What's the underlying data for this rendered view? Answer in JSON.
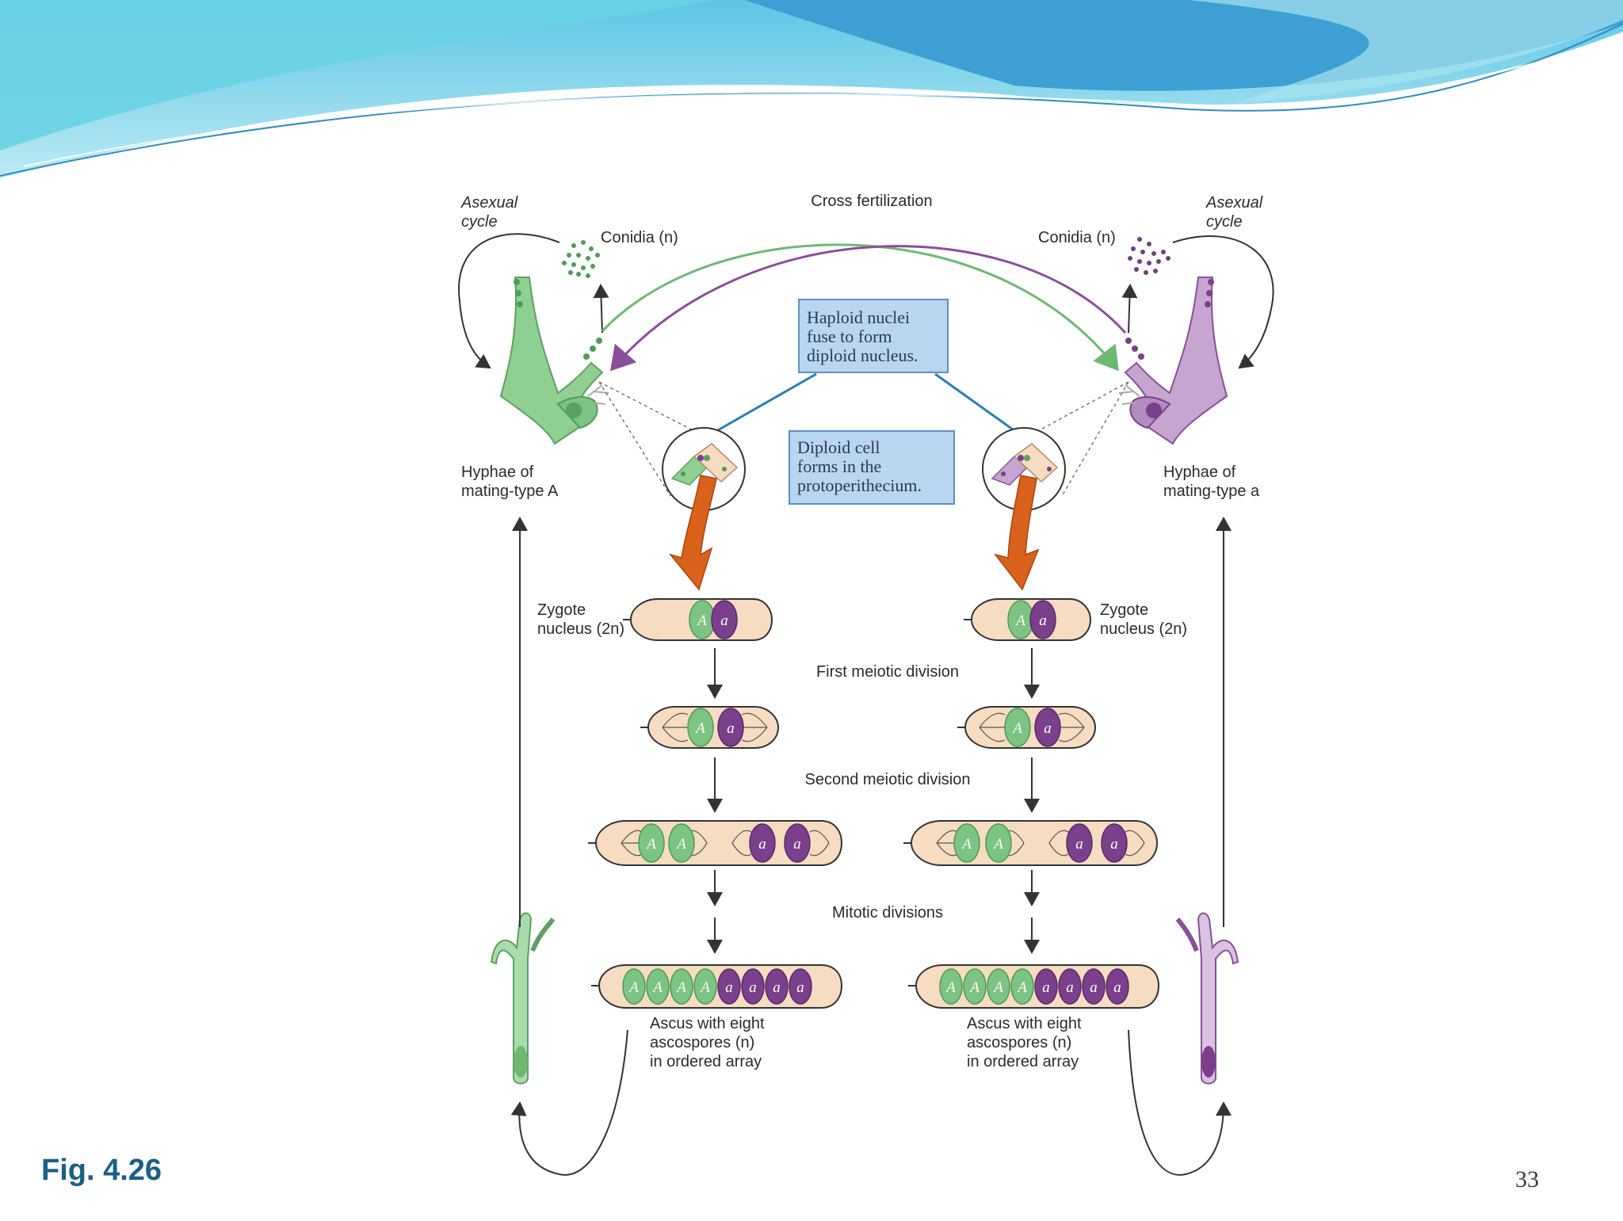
{
  "slide": {
    "figure_label": "Fig. 4.26",
    "page_number": "33"
  },
  "diagram": {
    "top_label": "Cross fertilization",
    "asexual_left": [
      "Asexual",
      "cycle"
    ],
    "asexual_right": [
      "Asexual",
      "cycle"
    ],
    "conidia_left": "Conidia (n)",
    "conidia_right": "Conidia (n)",
    "box_haploid": [
      "Haploid nuclei",
      "fuse to form",
      "diploid nucleus."
    ],
    "box_diploid": [
      "Diploid cell",
      "forms in the",
      "protoperithecium."
    ],
    "hyphae_left": [
      "Hyphae of",
      "mating-type A"
    ],
    "hyphae_right": [
      "Hyphae of",
      "mating-type a"
    ],
    "zygote_left": [
      "Zygote",
      "nucleus (2n)"
    ],
    "zygote_right": [
      "Zygote",
      "nucleus (2n)"
    ],
    "first_division": "First meiotic division",
    "second_division": "Second meiotic division",
    "mitotic_division": "Mitotic divisions",
    "ascus_left": [
      "Ascus with eight",
      "ascospores (n)",
      "in ordered array"
    ],
    "ascus_right": [
      "Ascus with eight",
      "ascospores (n)",
      "in ordered array"
    ],
    "allele_A": "A",
    "allele_a": "a",
    "colors": {
      "mating_A": "#7dc383",
      "mating_a": "#7b3f8c",
      "hypha_a_light": "#c6a6d0",
      "cell_fill": "#f6dcc1",
      "box_fill": "#b9d5ef",
      "box_stroke": "#5f8fc2",
      "arrow_orange": "#d9611c",
      "banner_teal": "#5fcfe0"
    }
  }
}
